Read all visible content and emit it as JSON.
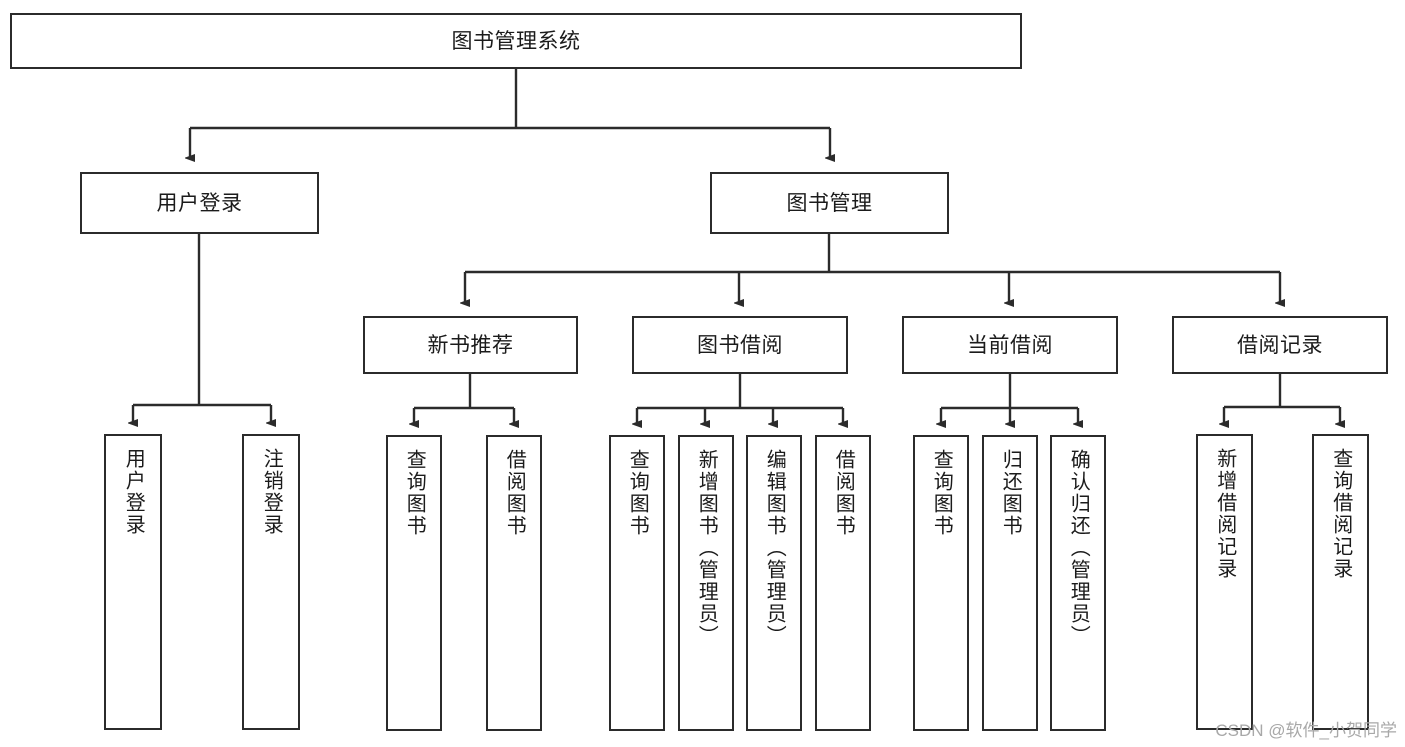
{
  "diagram": {
    "type": "hierarchy-tree",
    "title": "图书管理系统",
    "watermark": "CSDN @软件_小贺同学",
    "colors": {
      "box_border": "#2b2b2b",
      "box_fill": "#ffffff",
      "edge": "#2b2b2b",
      "text": "#1b1b1b",
      "watermark": "#a8a8a8"
    },
    "levels": {
      "root": {
        "label": "图书管理系统"
      },
      "branches": [
        {
          "label": "用户登录"
        },
        {
          "label": "图书管理"
        }
      ],
      "subbranches": [
        {
          "label": "新书推荐"
        },
        {
          "label": "图书借阅"
        },
        {
          "label": "当前借阅"
        },
        {
          "label": "借阅记录"
        }
      ],
      "leaves": [
        {
          "label": "用户登录",
          "parent": "用户登录"
        },
        {
          "label": "注销登录",
          "parent": "用户登录"
        },
        {
          "label": "查询图书",
          "parent": "新书推荐"
        },
        {
          "label": "借阅图书",
          "parent": "新书推荐"
        },
        {
          "label": "查询图书",
          "parent": "图书借阅"
        },
        {
          "label": "新增图书（管理员）",
          "parent": "图书借阅"
        },
        {
          "label": "编辑图书（管理员）",
          "parent": "图书借阅"
        },
        {
          "label": "借阅图书",
          "parent": "图书借阅"
        },
        {
          "label": "查询图书",
          "parent": "当前借阅"
        },
        {
          "label": "归还图书",
          "parent": "当前借阅"
        },
        {
          "label": "确认归还（管理员）",
          "parent": "当前借阅"
        },
        {
          "label": "新增借阅记录",
          "parent": "借阅记录"
        },
        {
          "label": "查询借阅记录",
          "parent": "借阅记录"
        }
      ]
    }
  }
}
